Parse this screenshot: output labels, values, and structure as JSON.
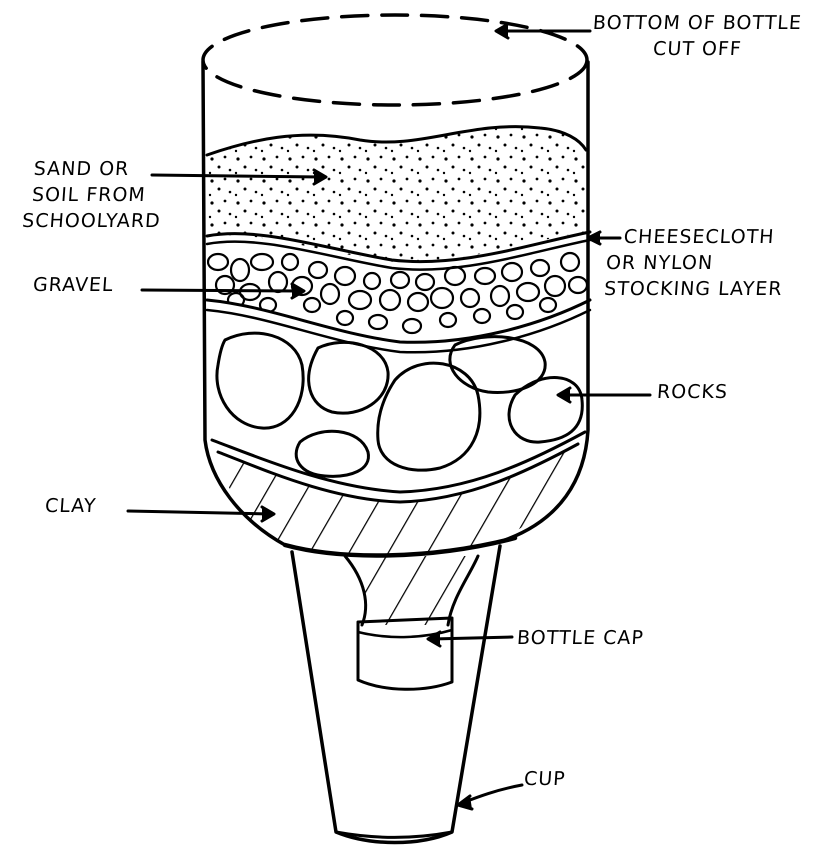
{
  "labels": {
    "bottom_cut": {
      "line1": "BOTTOM OF BOTTLE",
      "line2": "CUT OFF"
    },
    "sand": {
      "line1": "SAND OR",
      "line2": "SOIL FROM",
      "line3": "SCHOOLYARD"
    },
    "cheesecloth": {
      "line1": "CHEESECLOTH",
      "line2": "OR NYLON",
      "line3": "STOCKING LAYER"
    },
    "gravel": "GRAVEL",
    "rocks": "ROCKS",
    "clay": "CLAY",
    "bottle_cap": "BOTTLE CAP",
    "cup": "CUP"
  },
  "colors": {
    "ink": "#000000",
    "paper": "#ffffff"
  }
}
